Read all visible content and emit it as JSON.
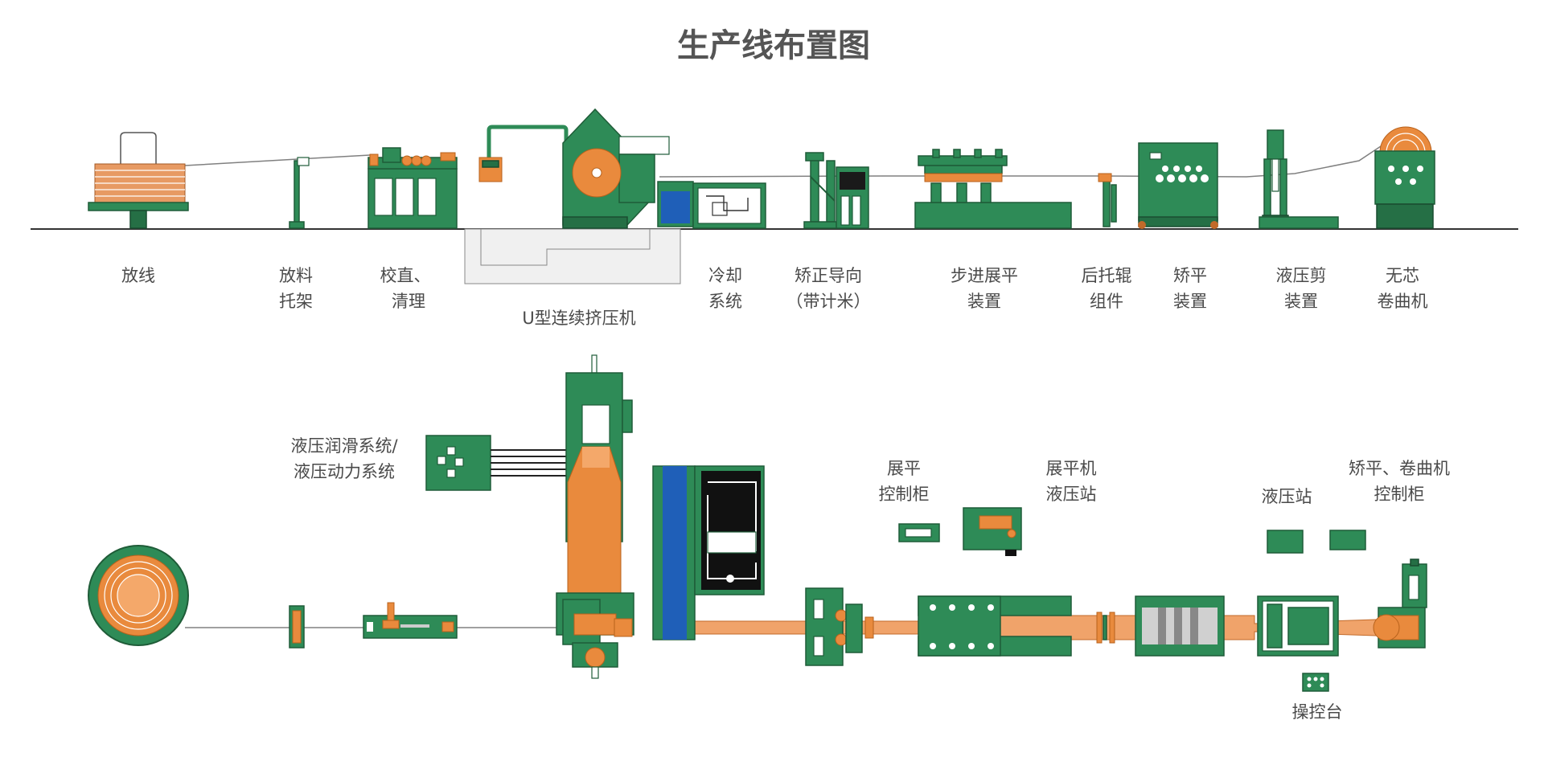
{
  "title": "生产线布置图",
  "elevation": {
    "payoff": [
      "放线"
    ],
    "payoff_stand": [
      "放料",
      "托架"
    ],
    "straighten_clean": [
      "校直、",
      "清理"
    ],
    "extruder": [
      "U型连续挤压机"
    ],
    "cooling": [
      "冷却",
      "系统"
    ],
    "guide": [
      "矫正导向",
      "（带计米）"
    ],
    "flattening": [
      "步进展平",
      "装置"
    ],
    "rear_roller": [
      "后托辊",
      "组件"
    ],
    "leveling": [
      "矫平",
      "装置"
    ],
    "hydraulic_shear": [
      "液压剪",
      "装置"
    ],
    "coreless_coiler": [
      "无芯",
      "卷曲机"
    ]
  },
  "plan": {
    "hydraulic_systems": [
      "液压润滑系统/",
      "液压动力系统"
    ],
    "flatten_cabinet": [
      "展平",
      "控制柜"
    ],
    "flatten_hydraulic": [
      "展平机",
      "液压站"
    ],
    "hydraulic_station": [
      "液压站"
    ],
    "level_coil_cabinet": [
      "矫平、卷曲机",
      "控制柜"
    ],
    "console": [
      "操控台"
    ]
  },
  "colors": {
    "machine_green": "#2e8b57",
    "copper_orange": "#e98a3d",
    "cooling_blue": "#1f5fb8",
    "title_gray": "#555555",
    "label_gray": "#4a4a4a"
  }
}
